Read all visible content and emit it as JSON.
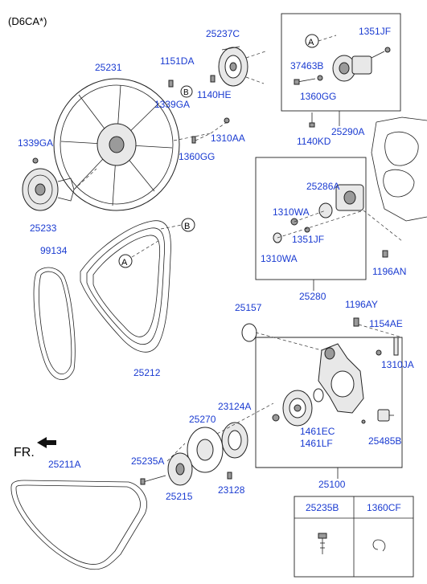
{
  "header": {
    "variant": "(D6CA*)"
  },
  "front_indicator": {
    "label": "FR."
  },
  "markers": {
    "a": "A",
    "b": "B"
  },
  "parts": [
    {
      "code": "25237C"
    },
    {
      "code": "1151DA"
    },
    {
      "code": "25231"
    },
    {
      "code": "1339GA"
    },
    {
      "code": "1140HE"
    },
    {
      "code": "1339GA"
    },
    {
      "code": "1310AA"
    },
    {
      "code": "1360GG"
    },
    {
      "code": "25233"
    },
    {
      "code": "1351JF"
    },
    {
      "code": "37463B"
    },
    {
      "code": "1360GG"
    },
    {
      "code": "1140KD"
    },
    {
      "code": "25290A"
    },
    {
      "code": "25286A"
    },
    {
      "code": "1310WA"
    },
    {
      "code": "1351JF"
    },
    {
      "code": "1310WA"
    },
    {
      "code": "1196AN"
    },
    {
      "code": "25280"
    },
    {
      "code": "99134"
    },
    {
      "code": "25212"
    },
    {
      "code": "25157"
    },
    {
      "code": "1196AY"
    },
    {
      "code": "1154AE"
    },
    {
      "code": "1310JA"
    },
    {
      "code": "23124A"
    },
    {
      "code": "25270"
    },
    {
      "code": "1461EC"
    },
    {
      "code": "1461LF"
    },
    {
      "code": "25485B"
    },
    {
      "code": "25235A"
    },
    {
      "code": "25215"
    },
    {
      "code": "23128"
    },
    {
      "code": "25100"
    },
    {
      "code": "25211A"
    }
  ],
  "legend_table": {
    "col1": "25235B",
    "col2": "1360CF"
  }
}
